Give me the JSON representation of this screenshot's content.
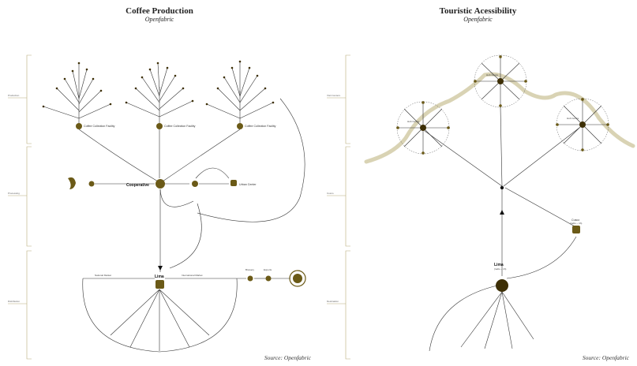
{
  "left": {
    "title": "Coffee Production",
    "subtitle": "Openfabric",
    "source": "Source: Openfabric",
    "sections": [
      "Production",
      "Processing",
      "Distribution"
    ],
    "facility_label": "Coffee Collection Facility",
    "cooperative": "Cooperative",
    "urban_center": "Urban Center",
    "lima": "Lima",
    "national_market": "National Market",
    "intl_market": "International Market",
    "brewery_label": "Brewery",
    "exports_label": "Exports"
  },
  "right": {
    "title": "Touristic Acessibility",
    "subtitle": "Openfabric",
    "source": "Source: Openfabric",
    "sections": [
      "Visit Centers",
      "Cusco",
      "Destination"
    ],
    "lima": "Lima",
    "lima_sub": "(radio ~ 1h)",
    "cusco": "Cusco",
    "cusco_sub": "(radio ~ 1h)",
    "hub_left": "Hub Centre",
    "hub_mid": "Hub Centre",
    "hub_right": "Hub Centre"
  },
  "colors": {
    "olive": "#6b5a17",
    "dark_node": "#3d2f06",
    "river": "#d9d3b4",
    "line": "#333333",
    "section_line": "#b8ad7a"
  }
}
